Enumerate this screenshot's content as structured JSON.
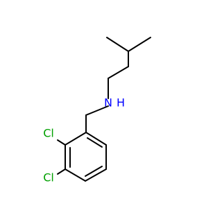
{
  "molecule": {
    "atoms": {
      "nitrogen": {
        "symbol": "N",
        "hydrogen": "H"
      },
      "chlorine_1": {
        "symbol": "Cl"
      },
      "chlorine_2": {
        "symbol": "Cl"
      }
    },
    "colors": {
      "nitrogen": "#0000ff",
      "chlorine": "#00a000",
      "bond": "#000000"
    }
  }
}
